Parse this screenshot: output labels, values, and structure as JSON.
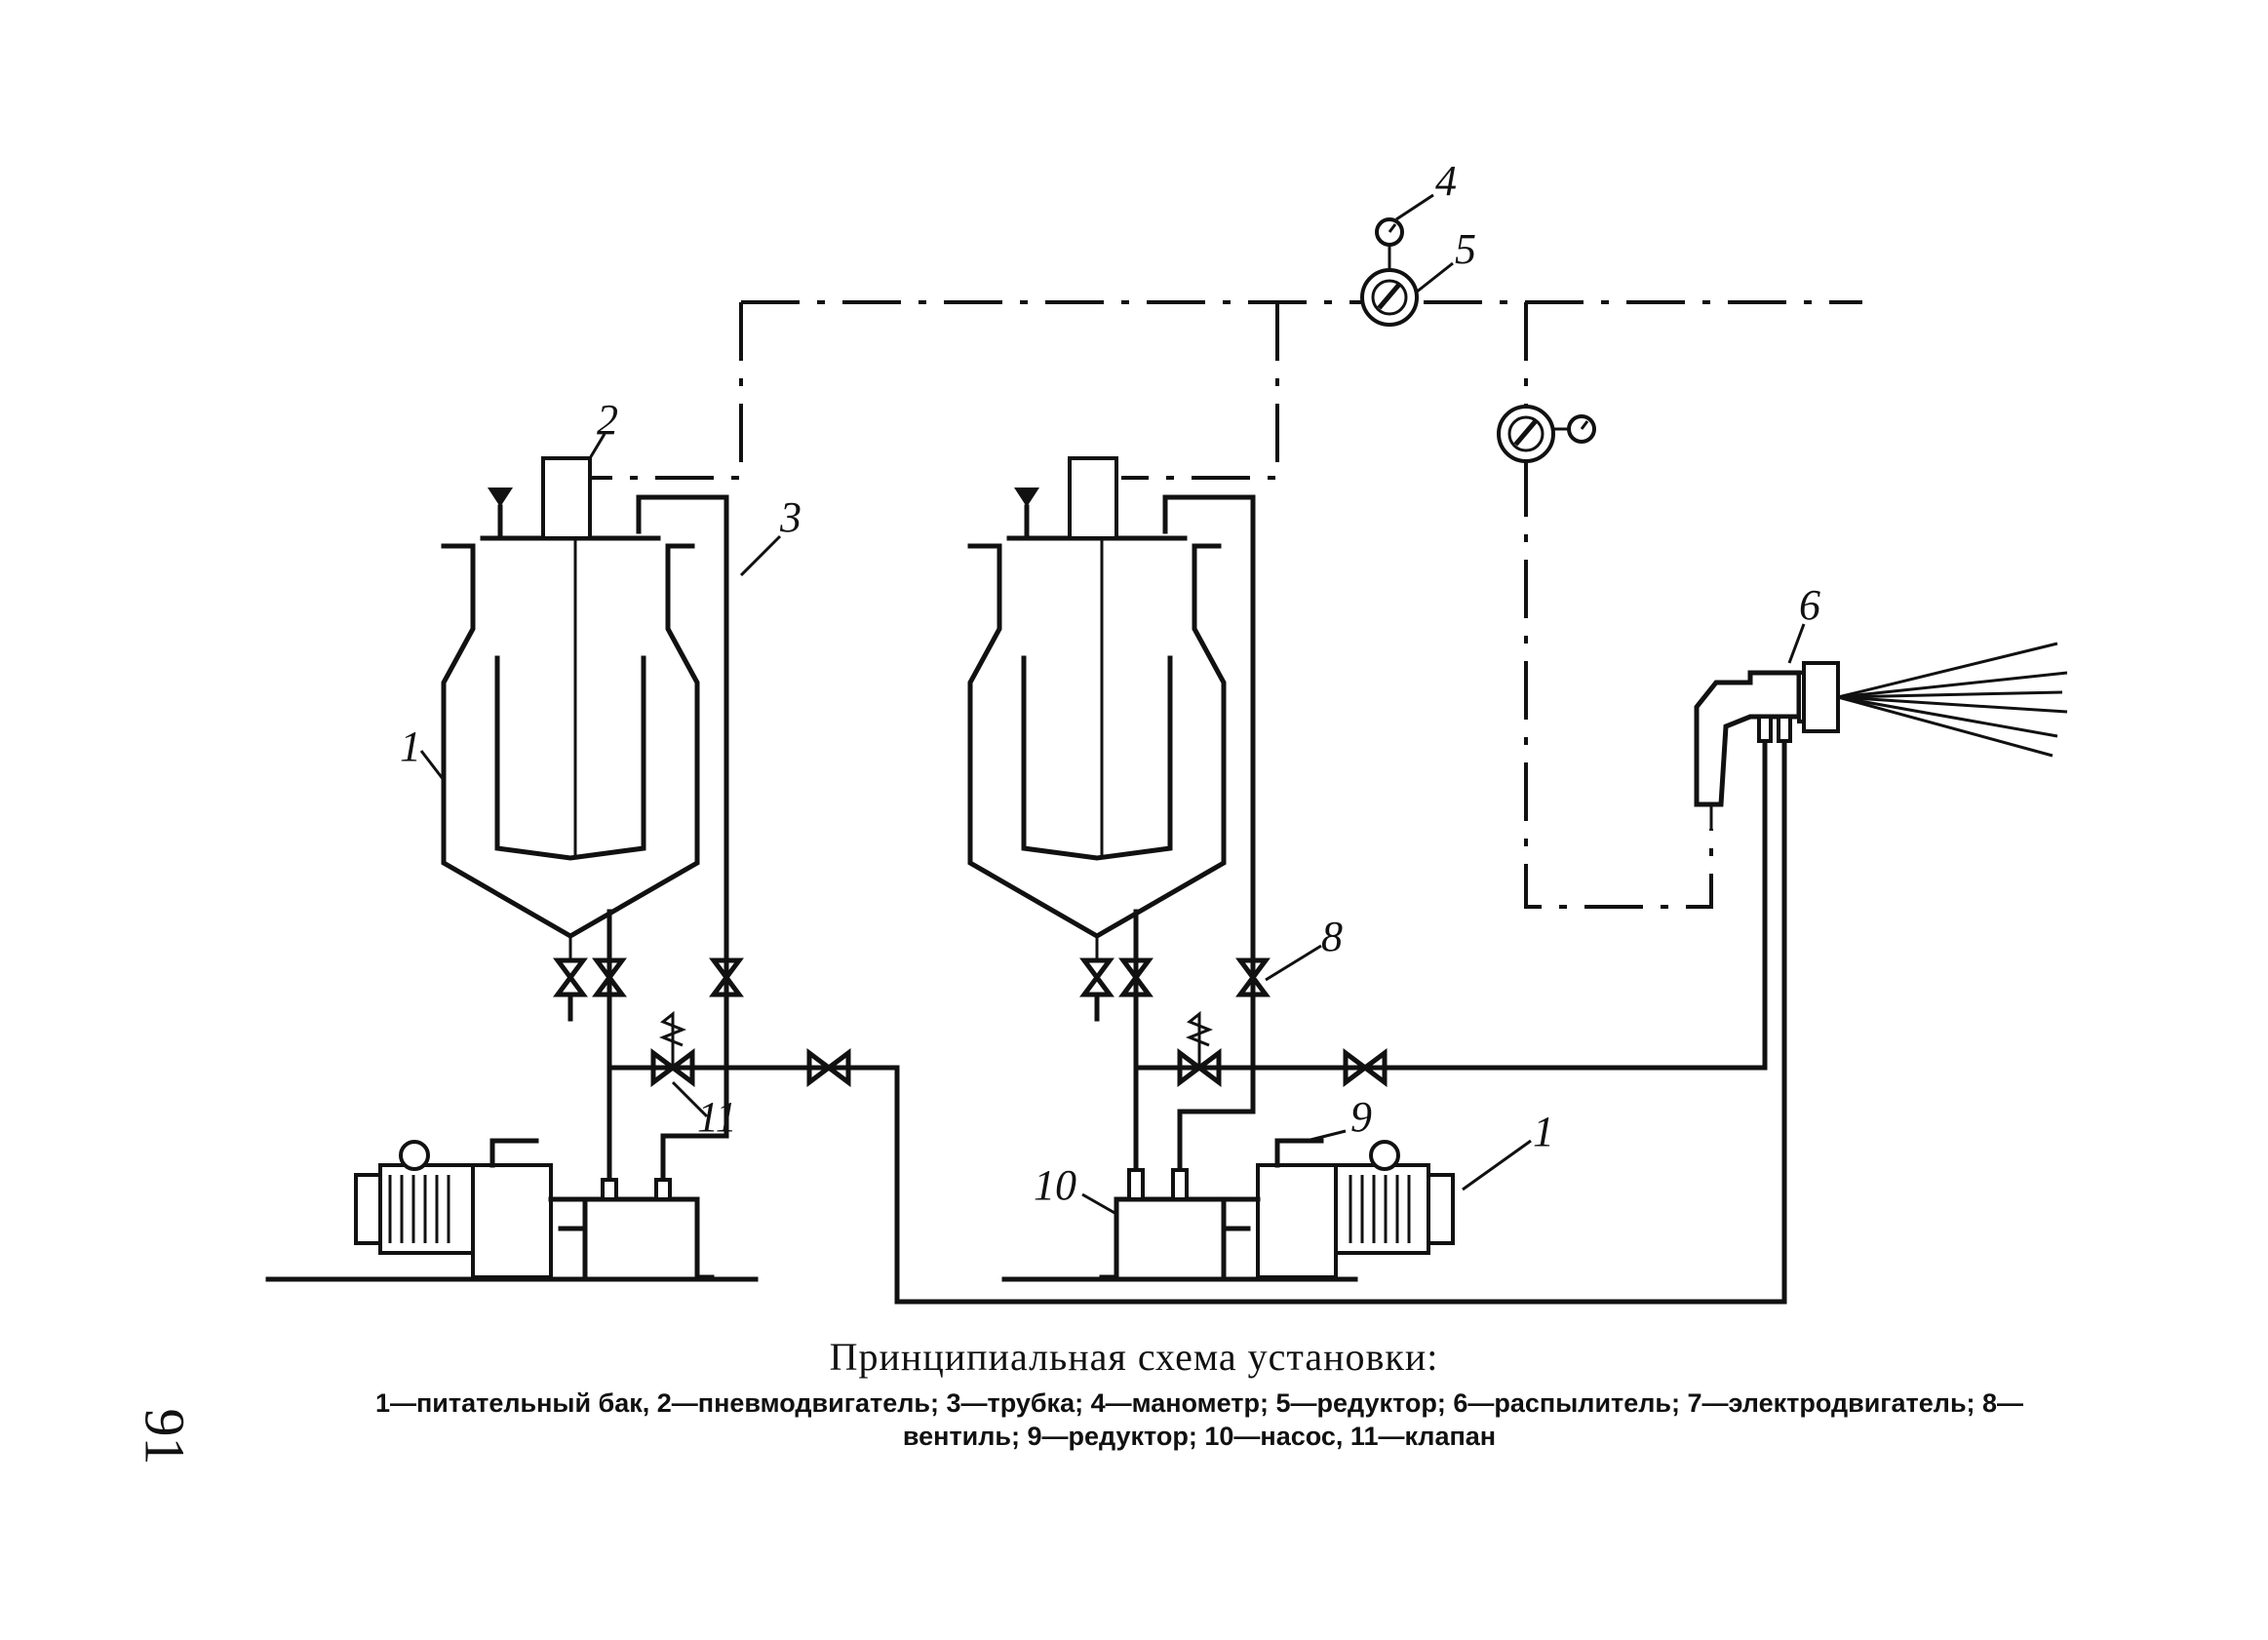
{
  "labels": {
    "l1_left": "1",
    "l2": "2",
    "l3": "3",
    "l4": "4",
    "l5": "5",
    "l6": "6",
    "l7": "1",
    "l8": "8",
    "l9": "9",
    "l10": "10",
    "l11": "11"
  },
  "caption": {
    "title": "Принципиальная схема установки:",
    "legend_line1": "1—питательный бак, 2—пневмодвигатель; 3—трубка; 4—манометр; 5—редуктор; 6—распылитель; 7—электродвигатель; 8—",
    "legend_line2": "вентиль; 9—редуктор; 10—насос, 11—клапан"
  },
  "page_number": "91"
}
